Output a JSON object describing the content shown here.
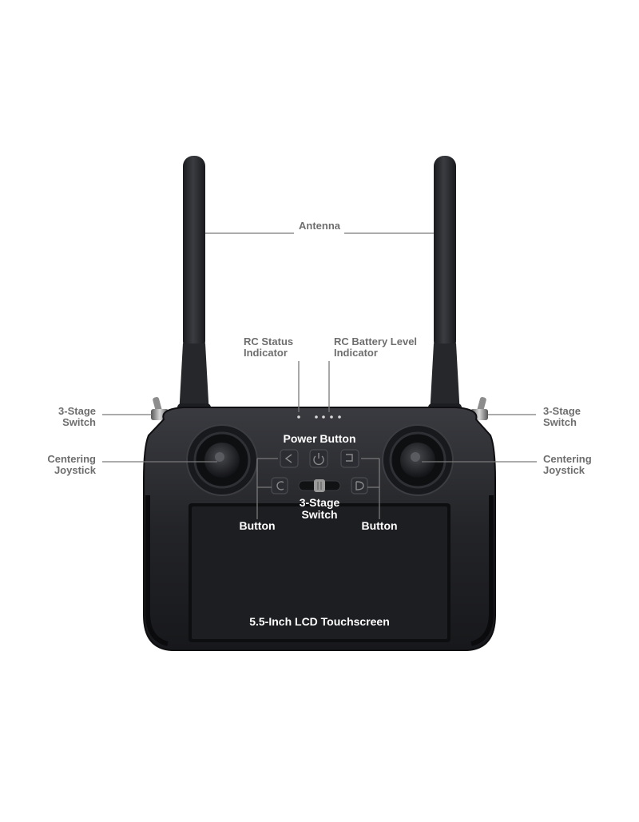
{
  "callouts": {
    "antenna": "Antenna",
    "rc_status": [
      "RC Status",
      "Indicator"
    ],
    "rc_battery": [
      "RC Battery Level",
      "Indicator"
    ],
    "left_switch": [
      "3-Stage",
      "Switch"
    ],
    "right_switch": [
      "3-Stage",
      "Switch"
    ],
    "left_joystick": [
      "Centering",
      "Joystick"
    ],
    "right_joystick": [
      "Centering",
      "Joystick"
    ],
    "power_button": "Power Button",
    "center_switch": [
      "3-Stage",
      "Switch"
    ],
    "left_button": "Button",
    "right_button": "Button",
    "screen": "5.5-Inch LCD Touchscreen"
  },
  "colors": {
    "body": "#232428",
    "body_edge": "#0f0f11",
    "antenna": "#2b2c30",
    "screen": "#1b1c20",
    "leader_line": "#7a7a7a",
    "label_text": "#6e6e6e",
    "overlay_text": "#ffffff"
  },
  "icons": {
    "top_buttons": [
      "back-icon",
      "power-icon",
      "custom-icon"
    ],
    "bottom_buttons": [
      "c-icon",
      "d-icon"
    ]
  }
}
